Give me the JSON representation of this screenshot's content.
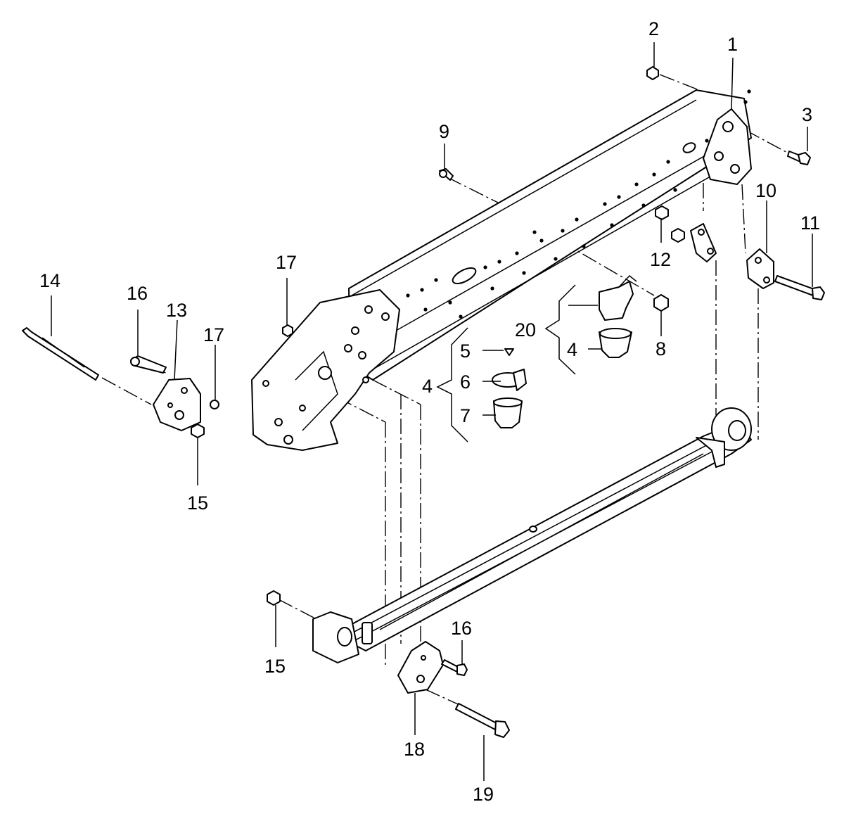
{
  "diagram": {
    "background": "#ffffff",
    "line_color": "#000000",
    "callouts": [
      "1",
      "2",
      "3",
      "4",
      "4",
      "5",
      "6",
      "7",
      "8",
      "9",
      "10",
      "11",
      "12",
      "13",
      "14",
      "15",
      "15",
      "16",
      "16",
      "17",
      "17",
      "18",
      "19",
      "20"
    ]
  }
}
